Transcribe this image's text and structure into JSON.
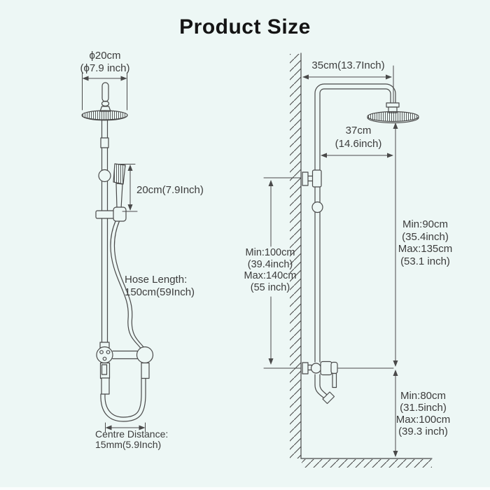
{
  "title": "Product Size",
  "colors": {
    "background": "#edf7f5",
    "line_art": "#4a4a4a",
    "dimension_text": "#3c3c3c",
    "title_text": "#141414"
  },
  "front_view": {
    "head_diameter_line1": "ϕ20cm",
    "head_diameter_line2": "(ϕ7.9 inch)",
    "hand_shower_length": "20cm(7.9Inch)",
    "hose_length_line1": "Hose Length:",
    "hose_length_line2": "150cm(59Inch)",
    "centre_distance_line1": "Centre Distance:",
    "centre_distance_line2": "15mm(5.9Inch)"
  },
  "side_view": {
    "arm_reach": "35cm(13.7Inch)",
    "head_offset_line1": "37cm",
    "head_offset_line2": "(14.6inch)",
    "bar_height_line1": "Min:100cm",
    "bar_height_line2": "(39.4inch)",
    "bar_height_line3": "Max:140cm",
    "bar_height_line4": "(55 inch)",
    "head_height_line1": "Min:90cm",
    "head_height_line2": "(35.4inch)",
    "head_height_line3": "Max:135cm",
    "head_height_line4": "(53.1 inch)",
    "valve_height_line1": "Min:80cm",
    "valve_height_line2": "(31.5inch)",
    "valve_height_line3": "Max:100cm",
    "valve_height_line4": "(39.3 inch)"
  }
}
